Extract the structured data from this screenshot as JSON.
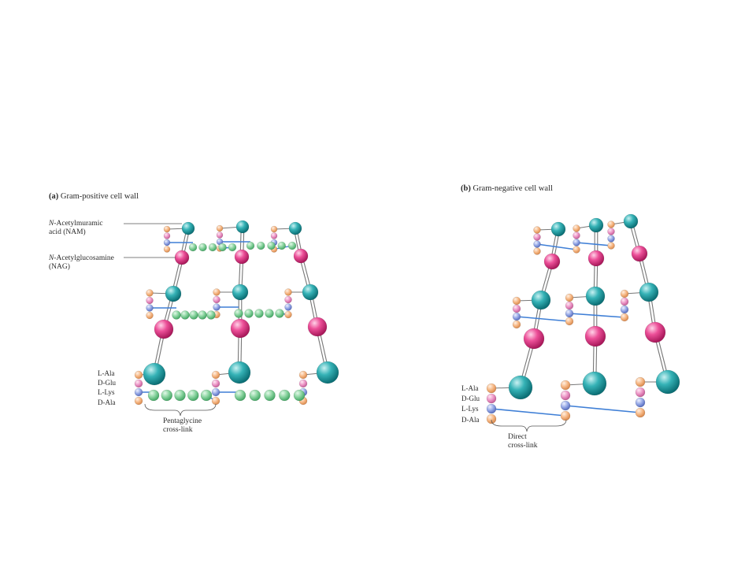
{
  "panels": {
    "a": {
      "title_letter": "(a)",
      "title_text": "Gram-positive cell wall",
      "nam_label_italic": "N",
      "nam_label_rest": "-Acetylmuramic",
      "nam_label_line2": "acid (NAM)",
      "nag_label_italic": "N",
      "nag_label_rest": "-Acetylglucosamine",
      "nag_label_line2": "(NAG)",
      "peptide_labels": [
        "L-Ala",
        "D-Glu",
        "L-Lys",
        "D-Ala"
      ],
      "crosslink_label_line1": "Pentaglycine",
      "crosslink_label_line2": "cross-link"
    },
    "b": {
      "title_letter": "(b)",
      "title_text": "Gram-negative cell wall",
      "peptide_labels": [
        "L-Ala",
        "D-Glu",
        "L-Lys",
        "D-Ala"
      ],
      "crosslink_label_line1": "Direct",
      "crosslink_label_line2": "cross-link"
    }
  },
  "colors": {
    "nam": "#1f9aa0",
    "nag": "#e23b8a",
    "glycine": "#7fcf96",
    "ala_l": "#f5b07a",
    "glu": "#e98bc0",
    "lys": "#8a9fe0",
    "ala_d": "#f5b07a",
    "crosslink_line": "#3f7fd6",
    "backbone": "#777777"
  }
}
